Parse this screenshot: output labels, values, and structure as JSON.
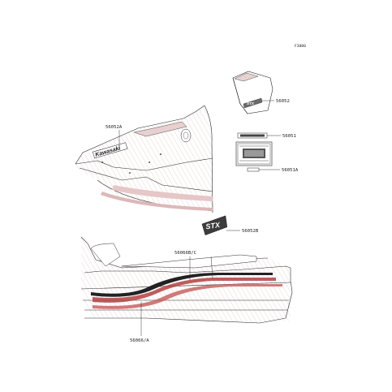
{
  "diagram": {
    "figure_code": "F3880",
    "parts": [
      {
        "id": "56052",
        "label": "56052"
      },
      {
        "id": "56051",
        "label": "56051"
      },
      {
        "id": "56051A",
        "label": "56051A"
      },
      {
        "id": "56052A",
        "label": "56052A"
      },
      {
        "id": "56052B",
        "label": "56052B"
      },
      {
        "id": "56066BC",
        "label": "56066B/C"
      },
      {
        "id": "56066A",
        "label": "56066/A"
      }
    ],
    "decal_text": {
      "kawasaki": "Kawasaki",
      "stx": "STX",
      "stx_small": "STX"
    },
    "colors": {
      "body_tint": "#f7eaea",
      "hatch": "#d8b6b6",
      "accent_red": "#b34141",
      "outline": "#2a2a2a"
    }
  }
}
